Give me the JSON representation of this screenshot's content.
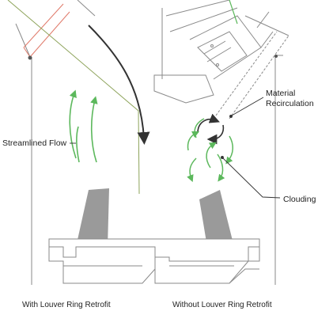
{
  "labels": {
    "streamlined_flow": "Streamlined Flow",
    "material_recirculation_line1": "Material",
    "material_recirculation_line2": "Recirculation",
    "clouding": "Clouding"
  },
  "captions": {
    "left": "With Louver Ring Retrofit",
    "right": "Without Louver Ring Retrofit"
  },
  "colors": {
    "flow_arrow": "#5cb85c",
    "outline": "#8a8a8a",
    "liner": "#9a9a9a",
    "chute_accent": "#e07a6a",
    "hood_line": "#8da35a",
    "dark_arrow": "#333333"
  }
}
